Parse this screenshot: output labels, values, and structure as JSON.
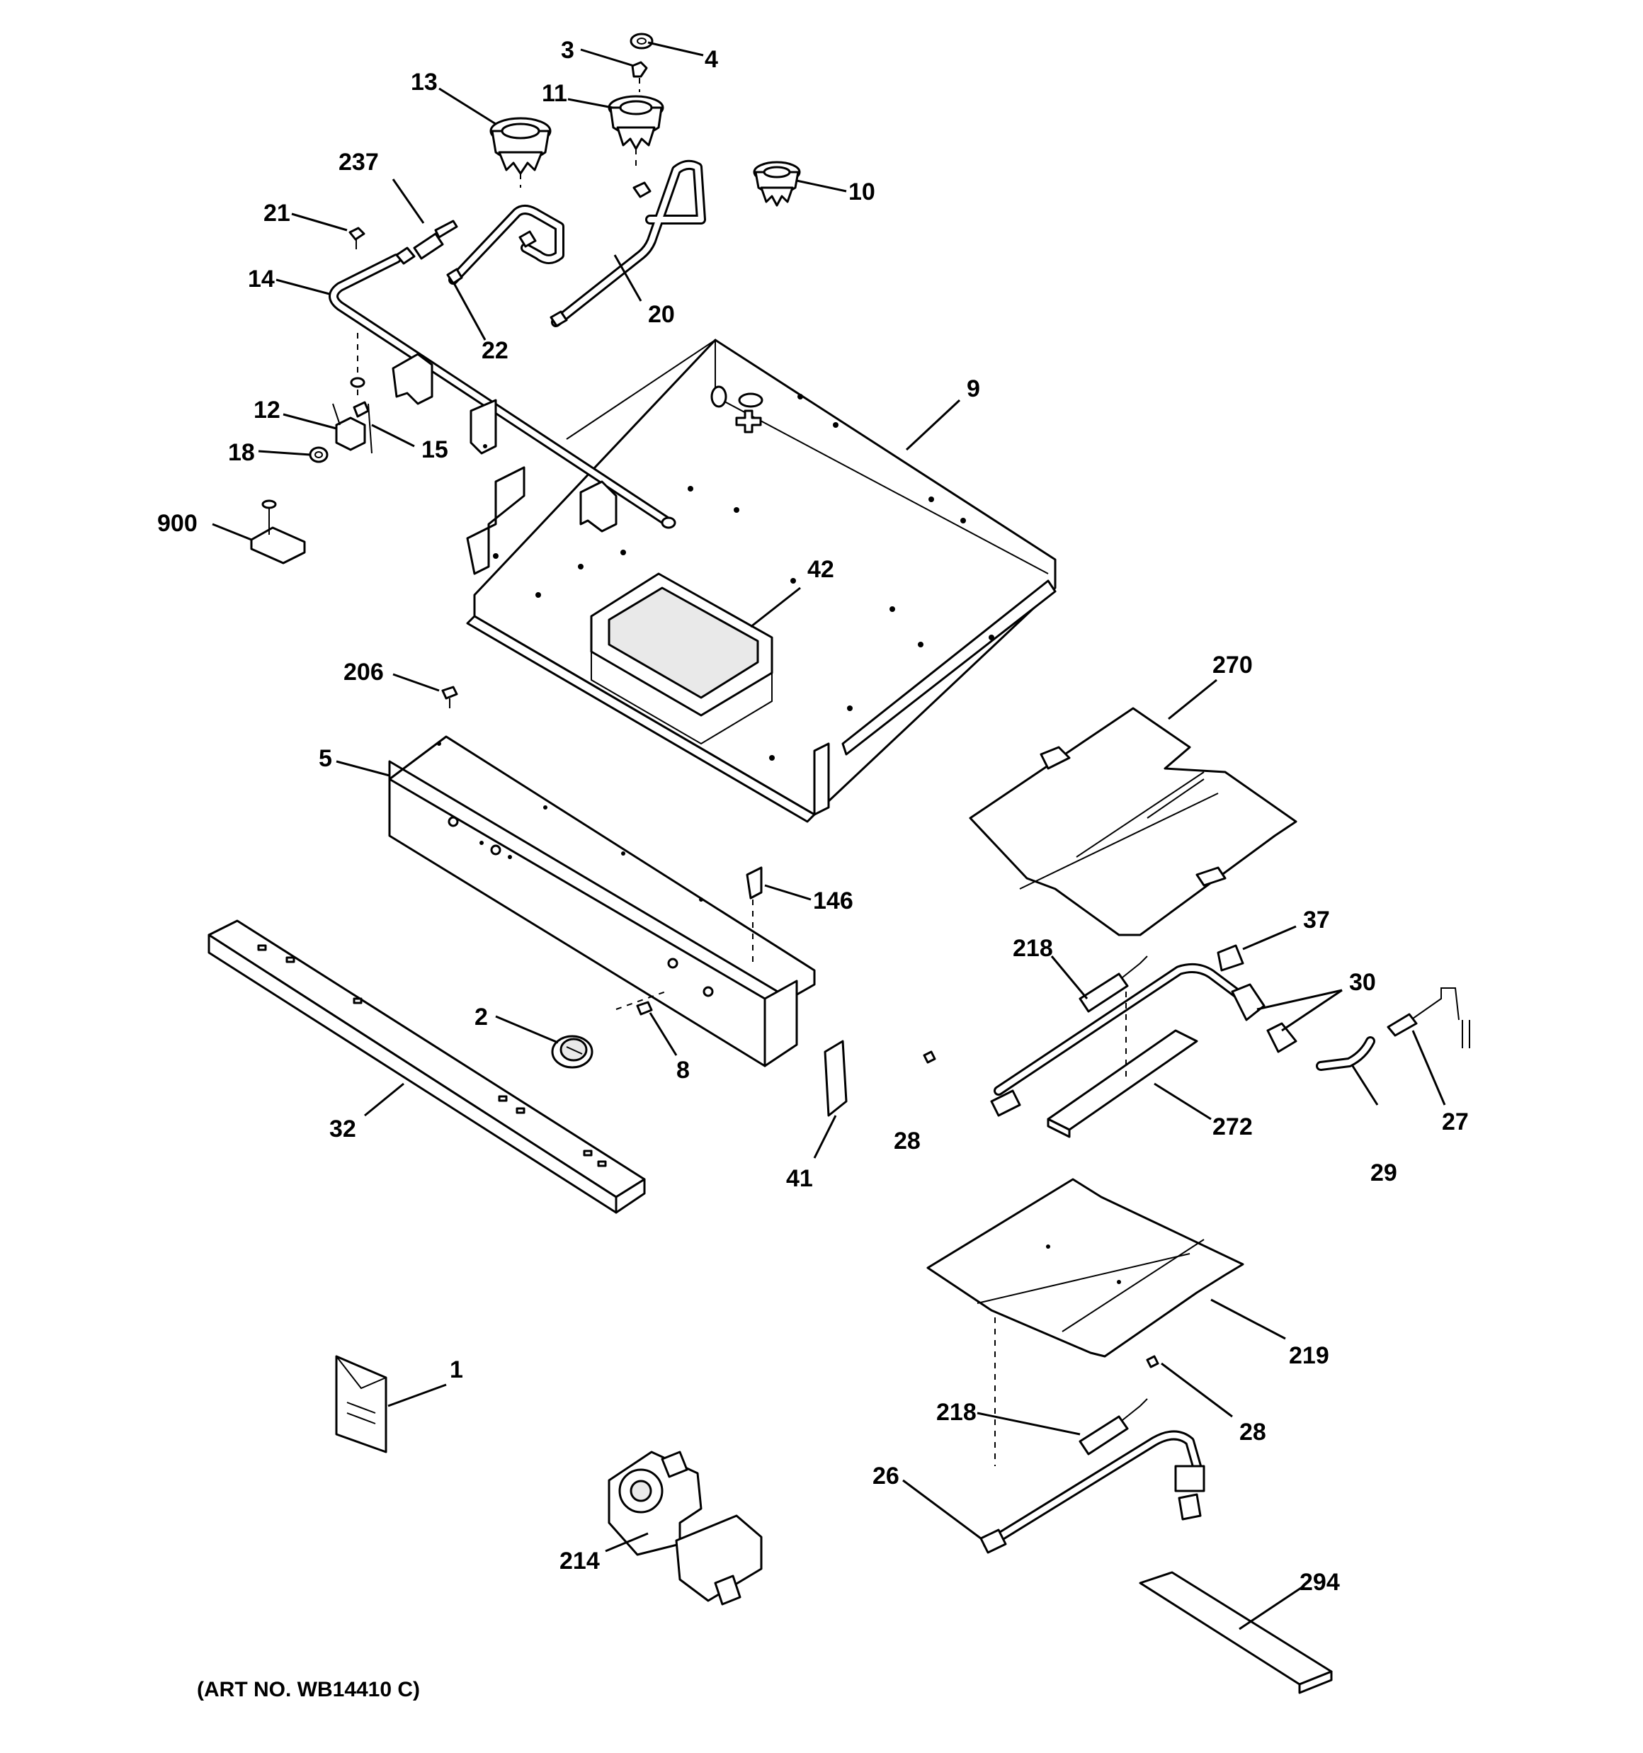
{
  "callouts": {
    "c1": "1",
    "c2": "2",
    "c3": "3",
    "c4": "4",
    "c5": "5",
    "c8": "8",
    "c9": "9",
    "c10": "10",
    "c11": "11",
    "c12": "12",
    "c13": "13",
    "c14": "14",
    "c15": "15",
    "c18": "18",
    "c20": "20",
    "c21": "21",
    "c22": "22",
    "c26": "26",
    "c27": "27",
    "c28a": "28",
    "c28b": "28",
    "c29": "29",
    "c30": "30",
    "c32": "32",
    "c37": "37",
    "c41": "41",
    "c42": "42",
    "c146": "146",
    "c206": "206",
    "c214": "214",
    "c218a": "218",
    "c218b": "218",
    "c219": "219",
    "c237": "237",
    "c270": "270",
    "c272": "272",
    "c294": "294",
    "c900": "900"
  },
  "caption": "(ART NO. WB14410 C)",
  "icons": {
    "line_color": "#000000",
    "background": "#ffffff"
  }
}
